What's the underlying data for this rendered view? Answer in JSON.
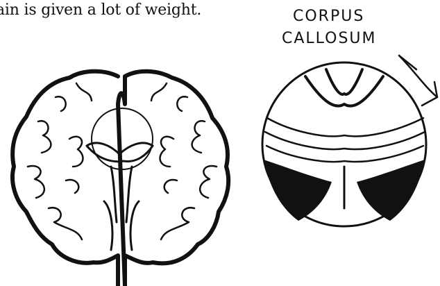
{
  "caption": "ain is given a lot of weight.",
  "callout": {
    "line1": "CORPUS",
    "line2": "CALLOSUM"
  },
  "ink_color": "#111111",
  "paper_color": "#ffffff"
}
